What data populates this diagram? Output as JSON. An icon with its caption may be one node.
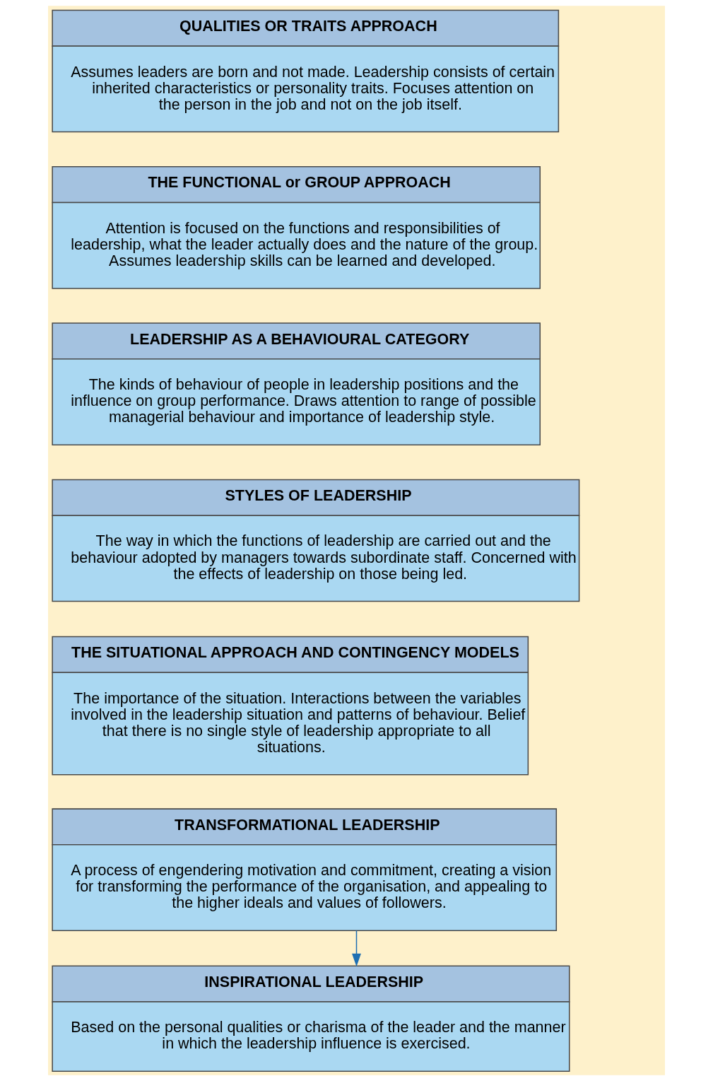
{
  "diagram": {
    "nodes": [
      {
        "text": [
          "QUALITIES OR TRAITS APPROACH",
          "Assumes leaders are born and not made. Leadership consists of certain inherited characteristics or personality traits. Focuses attention on the person in the job and not on the job itself."
        ]
      },
      {
        "text": [
          "THE FUNCTIONAL or GROUP APPROACH",
          "Attention is focused on the functions and responsibilities of leadership, what the leader actually does and the nature of the group. Assumes leadership skills can be learned and developed."
        ]
      },
      {
        "text": [
          "LEADERSHIP AS A BEHAVIOURAL CATEGORY",
          "The kinds of behaviour of people in leadership positions and the influence on group performance. Draws attention to range of possible managerial behaviour and importance of leadership style."
        ]
      },
      {
        "text": [
          "STYLES OF LEADERSHIP",
          "The way in which the functions of leadership are carried out and the behaviour adopted by managers towards subordinate staff. Concerned with the effects of leadership on those being led."
        ]
      },
      {
        "text": [
          "THE SITUATIONAL APPROACH AND CONTINGENCY MODELS",
          "The importance of the situation. Interactions between the variables involved in the leadership situation and patterns of behaviour. Belief that there is no single style of leadership appropriate to all situations."
        ]
      },
      {
        "text": [
          "TRANSFORMATIONAL LEADERSHIP",
          "A process of engendering motivation and commitment, creating a vision for transforming the performance of the organisation, and appealing to the higher ideals and values of followers."
        ]
      },
      {
        "text": [
          "INSPIRATIONAL LEADERSHIP",
          "Based on the personal qualities or charisma of the leader and the manner in which the leadership influence is exercised."
        ]
      }
    ],
    "edges": [
      {
        "from": 5,
        "to": 6,
        "arrow": "to",
        "color": "#1f6fb2"
      }
    ]
  }
}
